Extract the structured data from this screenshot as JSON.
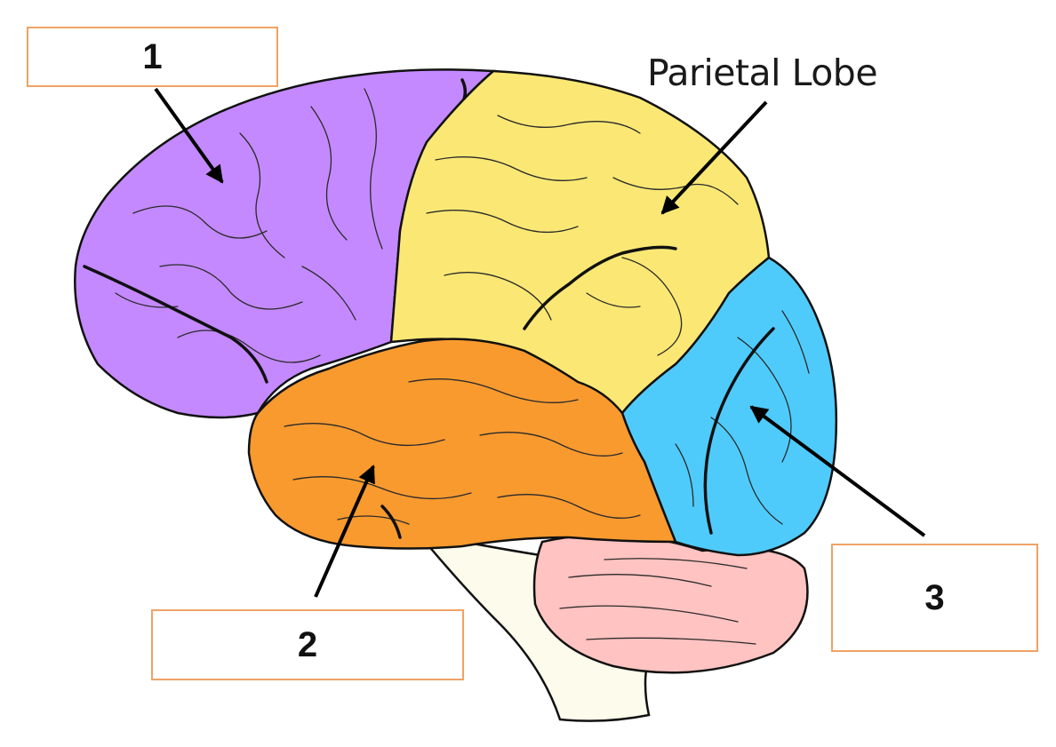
{
  "labels": {
    "box1": "1",
    "box2": "2",
    "box3": "3",
    "parietal": "Parietal Lobe"
  },
  "colors": {
    "frontal": "#c489ff",
    "parietal": "#fbe874",
    "temporal": "#f99a2f",
    "occipital": "#4fcbfb",
    "cerebellum": "#ffc3c1",
    "brainstem": "#fdfbeb",
    "box_border": "#f0a266"
  }
}
